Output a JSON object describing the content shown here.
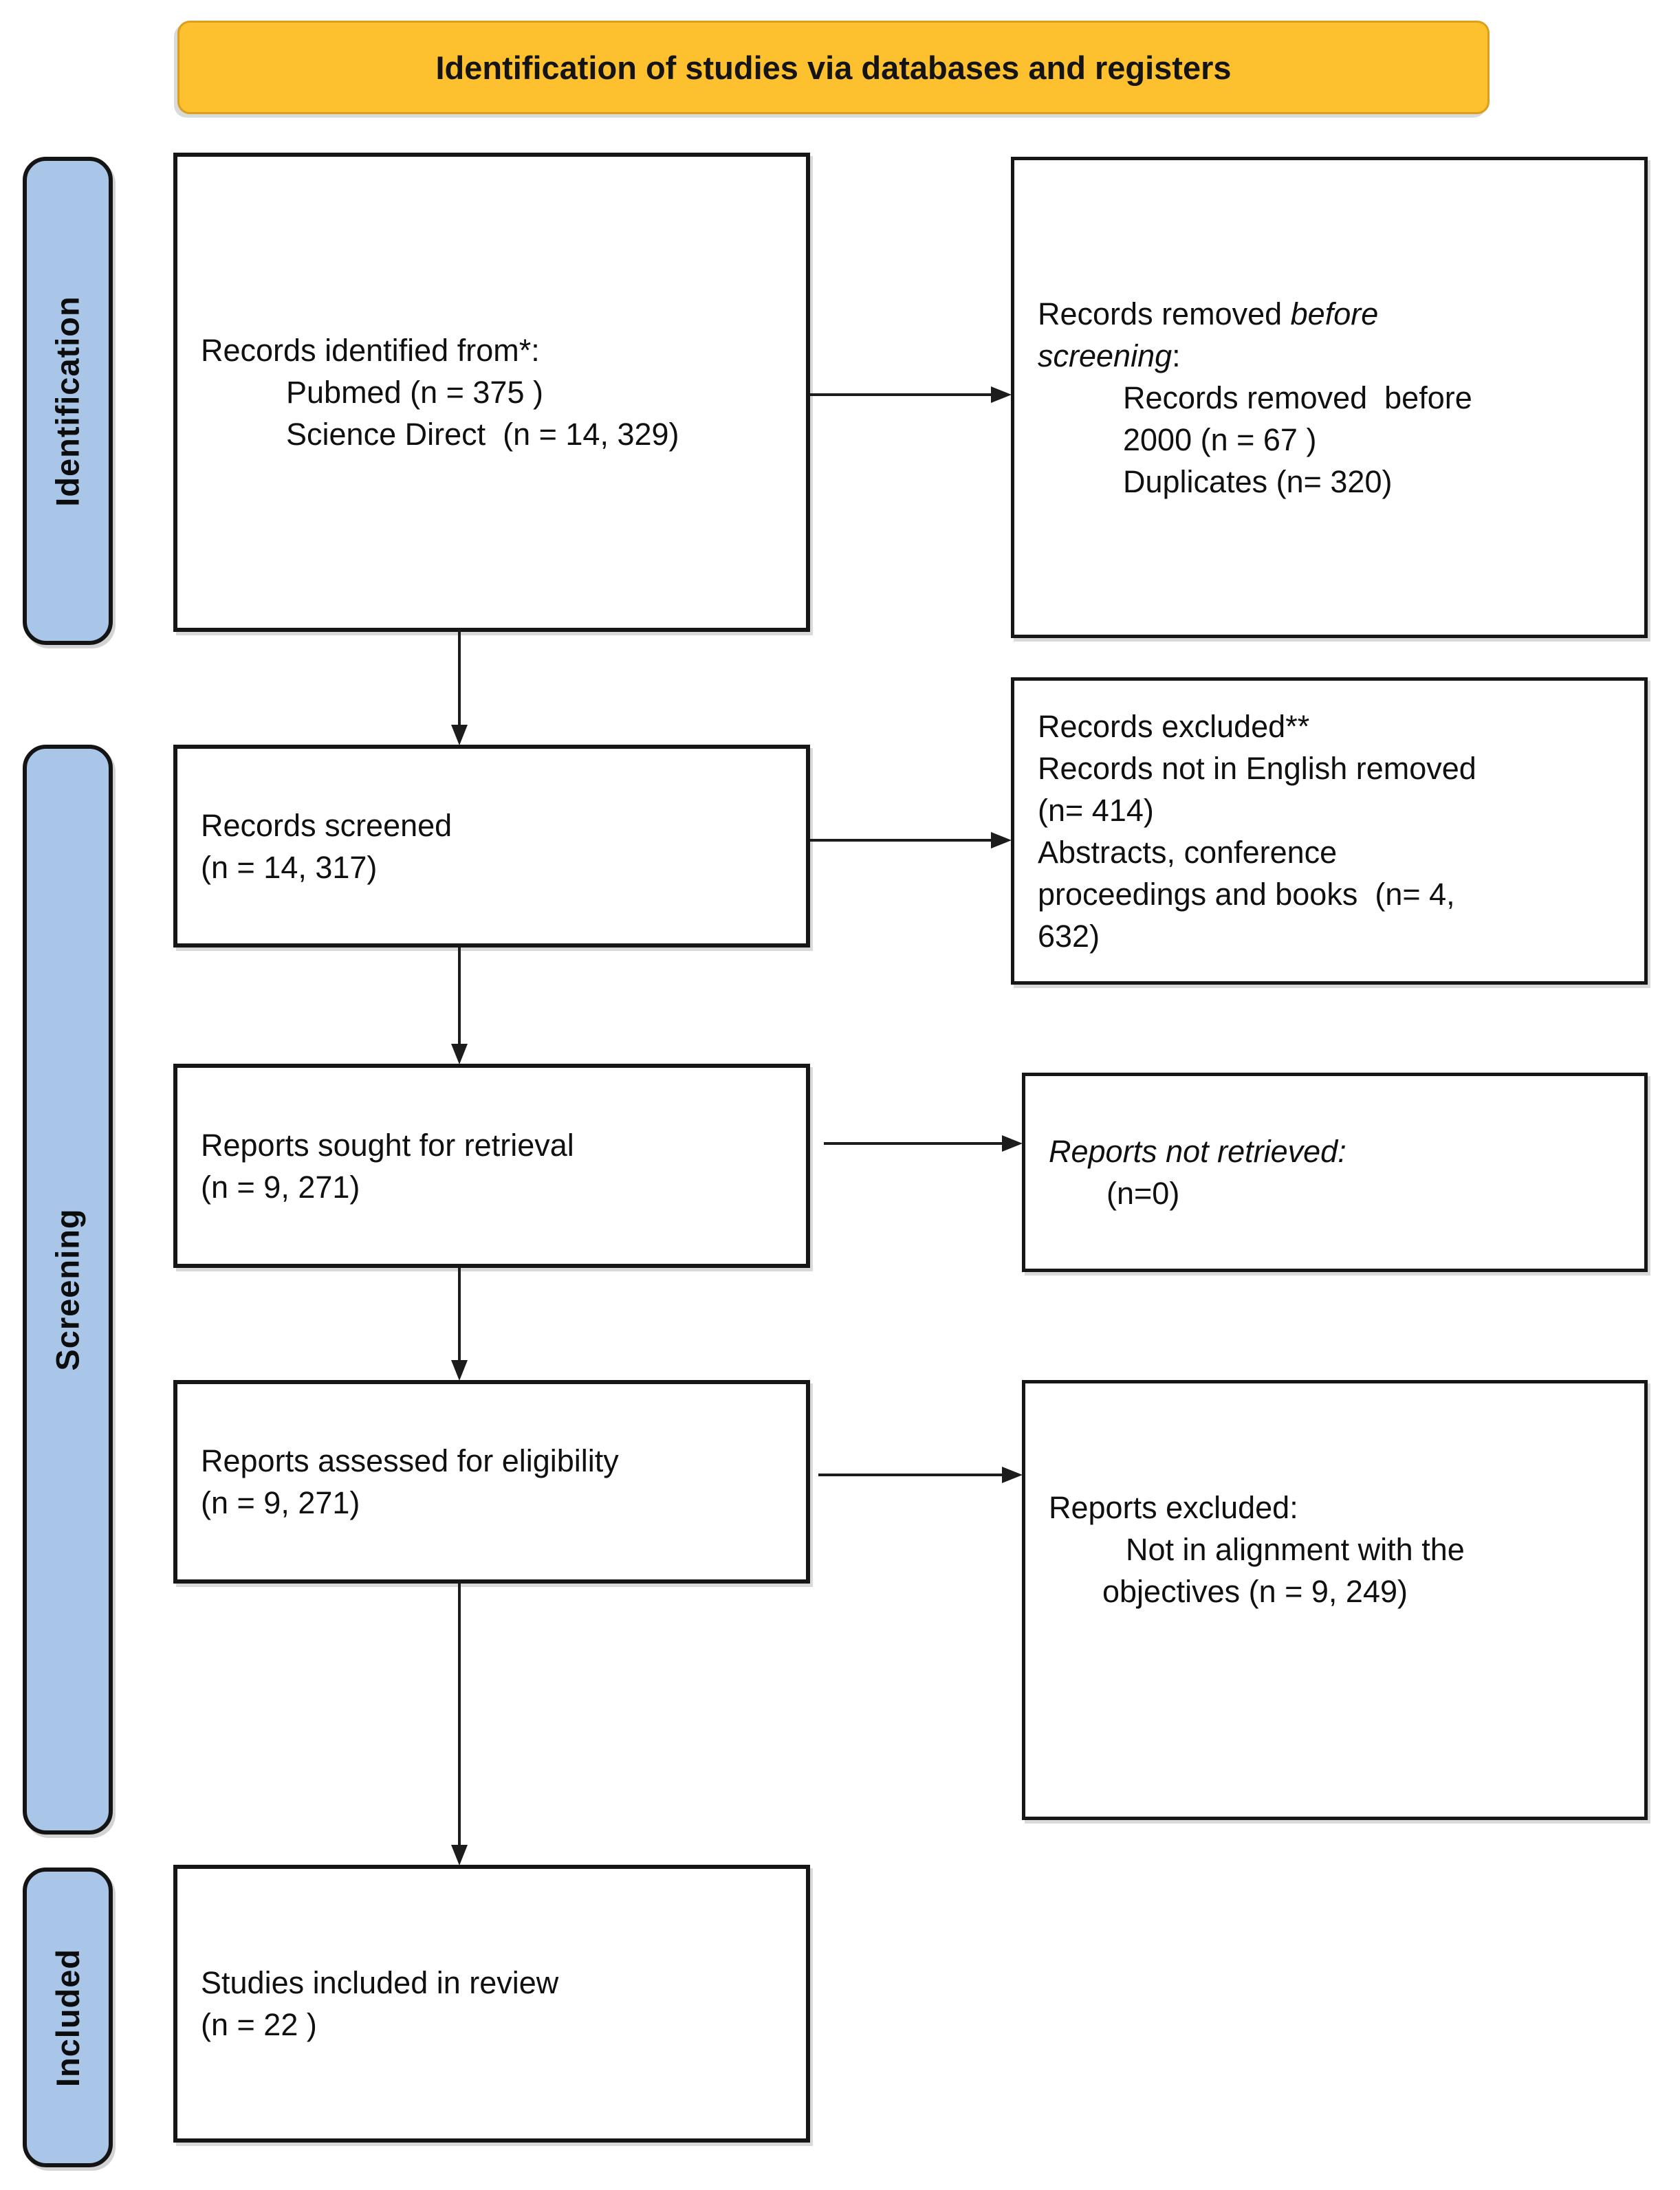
{
  "banner": {
    "title": "Identification of studies via databases and registers"
  },
  "sidebars": [
    {
      "label": "Identification"
    },
    {
      "label": "Screening"
    },
    {
      "label": "Included"
    }
  ],
  "boxes": {
    "identified": {
      "l1": "Records identified from*:",
      "l2": "Pubmed (n = 375 )",
      "l3": "Science Direct  (n = 14, 329)"
    },
    "removed": {
      "l1a": "Records removed ",
      "l1b_italic": "before",
      "l2a_italic": "screening",
      "l2b": ":",
      "l3": "Records removed  before",
      "l4": "2000 (n = 67 )",
      "l5": "Duplicates (n= 320)"
    },
    "screened": {
      "l1": "Records screened",
      "l2": "(n = 14, 317)"
    },
    "excluded": {
      "l1": "Records excluded**",
      "l2": "Records not in English removed",
      "l3": "(n= 414)",
      "l4": "Abstracts, conference",
      "l5": "proceedings and books  (n= 4,",
      "l6": "632)"
    },
    "sought": {
      "l1": "Reports sought for retrieval",
      "l2": "(n = 9, 271)"
    },
    "not_retrieved": {
      "l1_italic": "Reports not retrieved:",
      "l2": "(n=0)"
    },
    "assessed": {
      "l1": "Reports assessed for eligibility",
      "l2": "(n = 9, 271)"
    },
    "reports_excluded": {
      "l1": "Reports excluded:",
      "l2": "Not in alignment with the",
      "l3": "objectives (n = 9, 249)"
    },
    "included": {
      "l1": "Studies included in review",
      "l2": "(n = 22 )"
    }
  },
  "colors": {
    "banner_bg": "#FDC12F",
    "sidebar_bg": "#A9C6E8",
    "box_border": "#161616",
    "text": "#101010"
  }
}
